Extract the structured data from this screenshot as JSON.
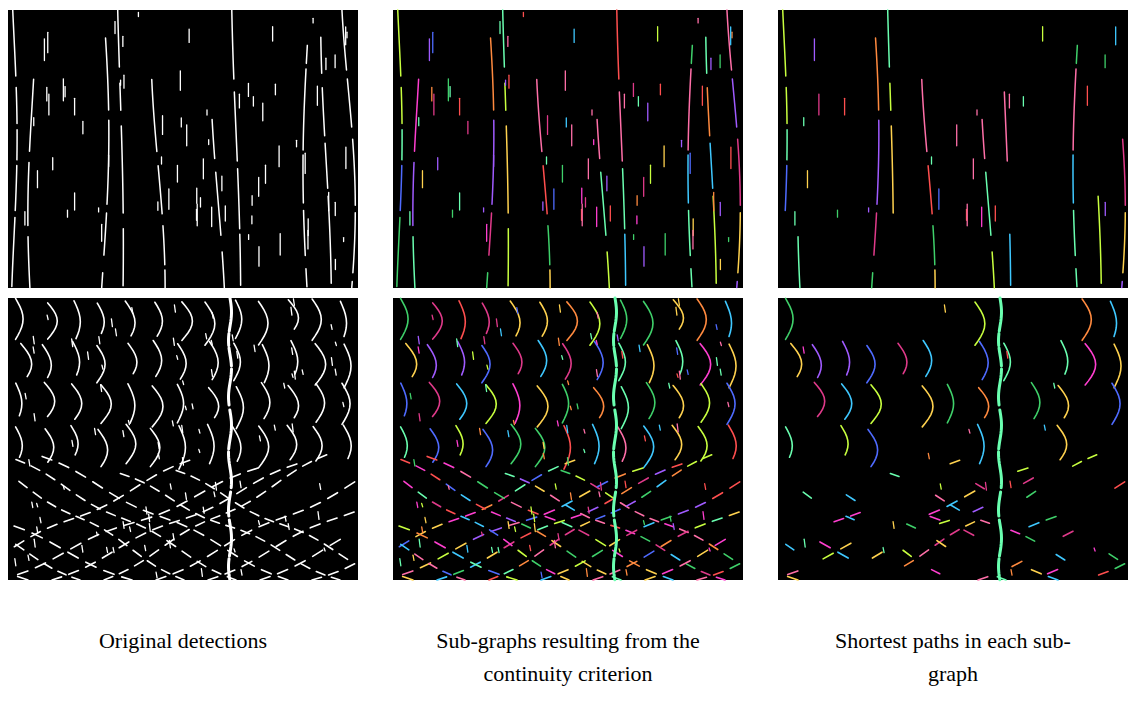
{
  "diagram": {
    "labels": [
      "Original detections",
      "Sub-graphs resulting from the continuity criterion",
      "Shortest paths in each sub-graph"
    ]
  }
}
